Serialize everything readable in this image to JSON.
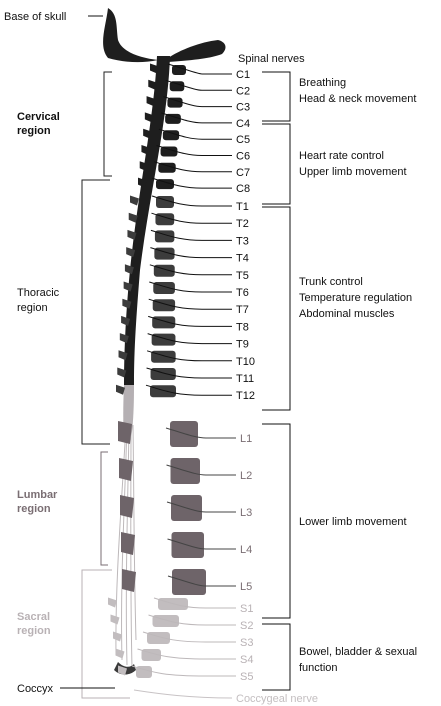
{
  "labels": {
    "base_of_skull": "Base of skull",
    "spinal_nerves": "Spinal nerves",
    "coccyx": "Coccyx",
    "coccygeal_nerve": "Coccygeal nerve"
  },
  "regions": {
    "cervical": [
      "Cervical",
      "region"
    ],
    "thoracic": [
      "Thoracic",
      "region"
    ],
    "lumbar": [
      "Lumbar",
      "region"
    ],
    "sacral": [
      "Sacral",
      "region"
    ]
  },
  "nerves": {
    "cervical": [
      "C1",
      "C2",
      "C3",
      "C4",
      "C5",
      "C6",
      "C7",
      "C8"
    ],
    "thoracic": [
      "T1",
      "T2",
      "T3",
      "T4",
      "T5",
      "T6",
      "T7",
      "T8",
      "T9",
      "T10",
      "T11",
      "T12"
    ],
    "lumbar": [
      "L1",
      "L2",
      "L3",
      "L4",
      "L5"
    ],
    "sacral": [
      "S1",
      "S2",
      "S3",
      "S4",
      "S5"
    ]
  },
  "functions": {
    "breathing": [
      "Breathing",
      "Head & neck movement"
    ],
    "heart": [
      "Heart rate control",
      "Upper limb movement"
    ],
    "trunk": [
      "Trunk control",
      "Temperature regulation",
      "Abdominal muscles"
    ],
    "lower_limb": [
      "Lower limb movement"
    ],
    "bowel": [
      "Bowel, bladder & sexual",
      "function"
    ]
  },
  "colors": {
    "cervical_bone": "#1e1e1e",
    "thoracic_bone": "#3c3c3c",
    "lumbar_bone": "#6e6469",
    "sacral_bone": "#c2bdbf",
    "lumbar_text": "#7a6e73",
    "sacral_text": "#b9b2b5",
    "text": "#111111"
  }
}
